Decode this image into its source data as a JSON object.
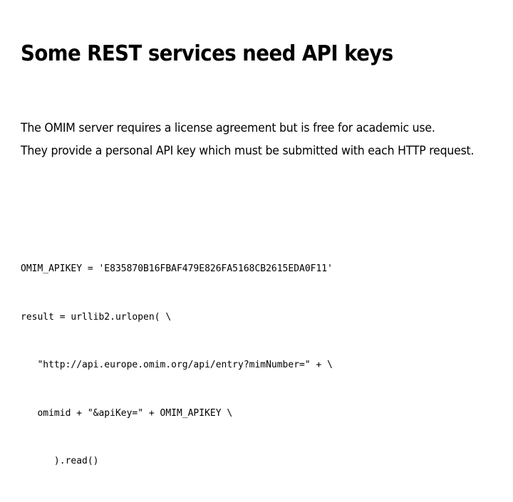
{
  "slide": {
    "title": "Some REST services need API keys",
    "background_color": "#ffffff",
    "text_color": "#000000",
    "paragraphs": [
      "The OMIM server requires a license agreement but is free for academic use.",
      "They provide a personal API key which must be submitted with each HTTP request."
    ],
    "code": {
      "language": "python",
      "lines": [
        "OMIM_APIKEY = 'E835870B16FBAF479E826FA5168CB2615EDA0F11'",
        "result = urllib2.urlopen( \\",
        "   \"http://api.europe.omim.org/api/entry?mimNumber=\" + \\",
        "   omimid + \"&apiKey=\" + OMIM_APIKEY \\",
        "      ).read()"
      ],
      "api_key_value": "E835870B16FBAF479E826FA5168CB2615EDA0F11",
      "url_base": "http://api.europe.omim.org/api/entry?mimNumber="
    }
  }
}
